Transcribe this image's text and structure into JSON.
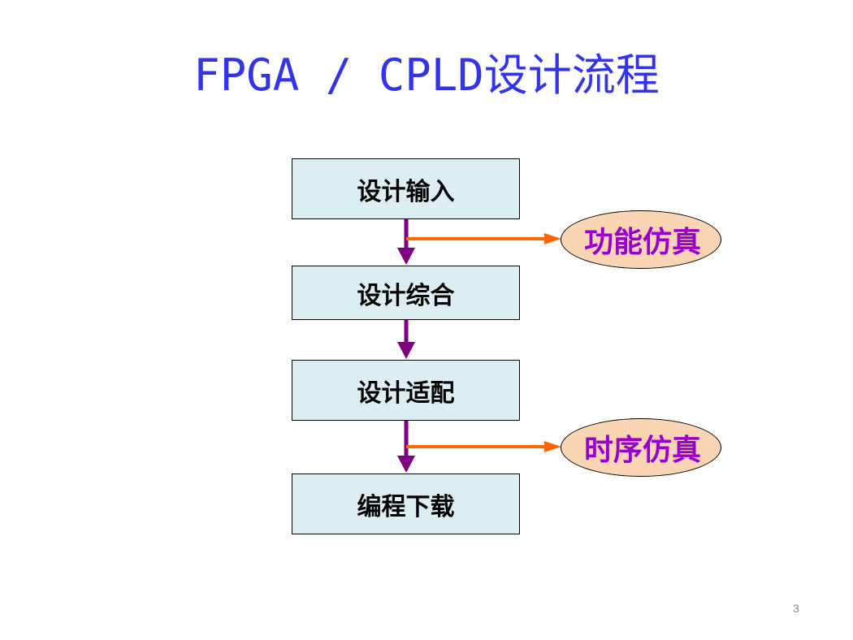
{
  "slide": {
    "title": "FPGA / CPLD设计流程",
    "page_number": "3"
  },
  "flow_steps": [
    {
      "label": "设计输入"
    },
    {
      "label": "设计综合"
    },
    {
      "label": "设计适配"
    },
    {
      "label": "编程下载"
    }
  ],
  "simulations": [
    {
      "label": "功能仿真",
      "branches_from": "设计输入"
    },
    {
      "label": "时序仿真",
      "branches_from": "设计适配"
    }
  ],
  "colors": {
    "title": "#3333ee",
    "step_fill": "#dceef2",
    "sim_fill": "#fad5b4",
    "sim_text": "#9900cc",
    "down_arrow": "#800080",
    "branch_arrow": "#ff6600"
  }
}
